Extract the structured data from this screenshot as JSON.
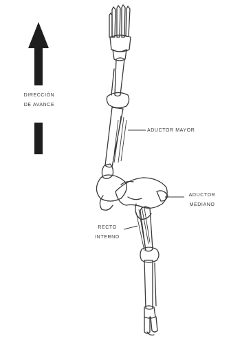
{
  "labels": {
    "direction_line1": "DIRECCIÓN",
    "direction_line2": "DE AVANCE",
    "adductor_magnus": "ADUCTOR MAYOR",
    "adductor_longus_line1": "ADUCTOR",
    "adductor_longus_line2": "MEDIANO",
    "gracilis_line1": "RECTO",
    "gracilis_line2": "INTERNO"
  },
  "colors": {
    "arrow": "#1e1e1e",
    "ink": "#3a3a3a",
    "background": "#ffffff"
  },
  "icons": {
    "direction": "up-arrow-icon"
  }
}
